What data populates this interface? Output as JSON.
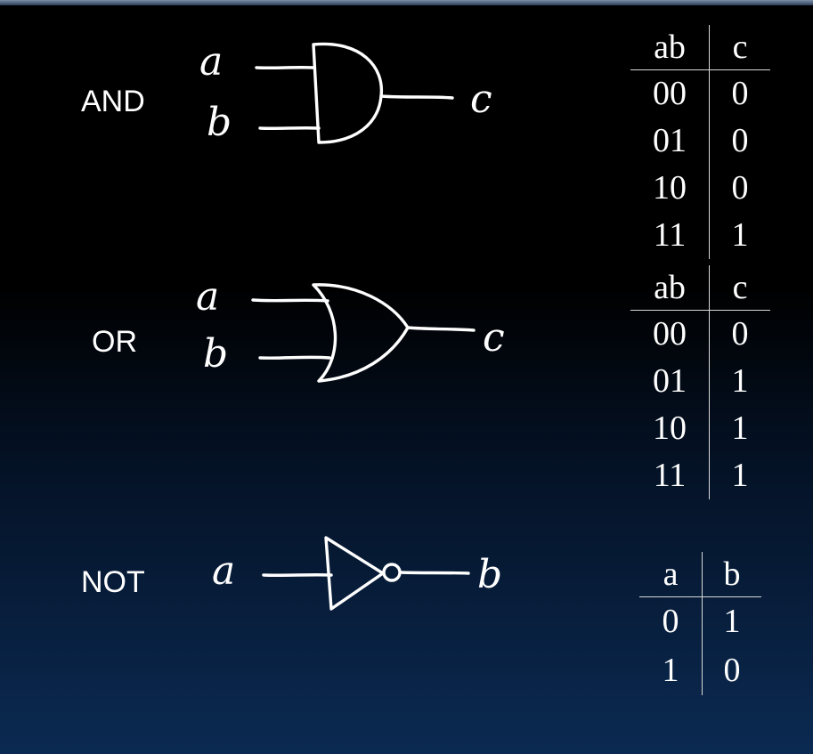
{
  "gates": {
    "and": {
      "label": "AND",
      "inputs": [
        "a",
        "b"
      ],
      "output": "c",
      "table": {
        "headers": [
          "ab",
          "c"
        ],
        "rows": [
          [
            "00",
            "0"
          ],
          [
            "01",
            "0"
          ],
          [
            "10",
            "0"
          ],
          [
            "11",
            "1"
          ]
        ]
      }
    },
    "or": {
      "label": "OR",
      "inputs": [
        "a",
        "b"
      ],
      "output": "c",
      "table": {
        "headers": [
          "ab",
          "c"
        ],
        "rows": [
          [
            "00",
            "0"
          ],
          [
            "01",
            "1"
          ],
          [
            "10",
            "1"
          ],
          [
            "11",
            "1"
          ]
        ]
      }
    },
    "not": {
      "label": "NOT",
      "inputs": [
        "a"
      ],
      "output": "b",
      "table": {
        "headers": [
          "a",
          "b"
        ],
        "rows": [
          [
            "0",
            "1"
          ],
          [
            "1",
            "0"
          ]
        ]
      }
    }
  }
}
